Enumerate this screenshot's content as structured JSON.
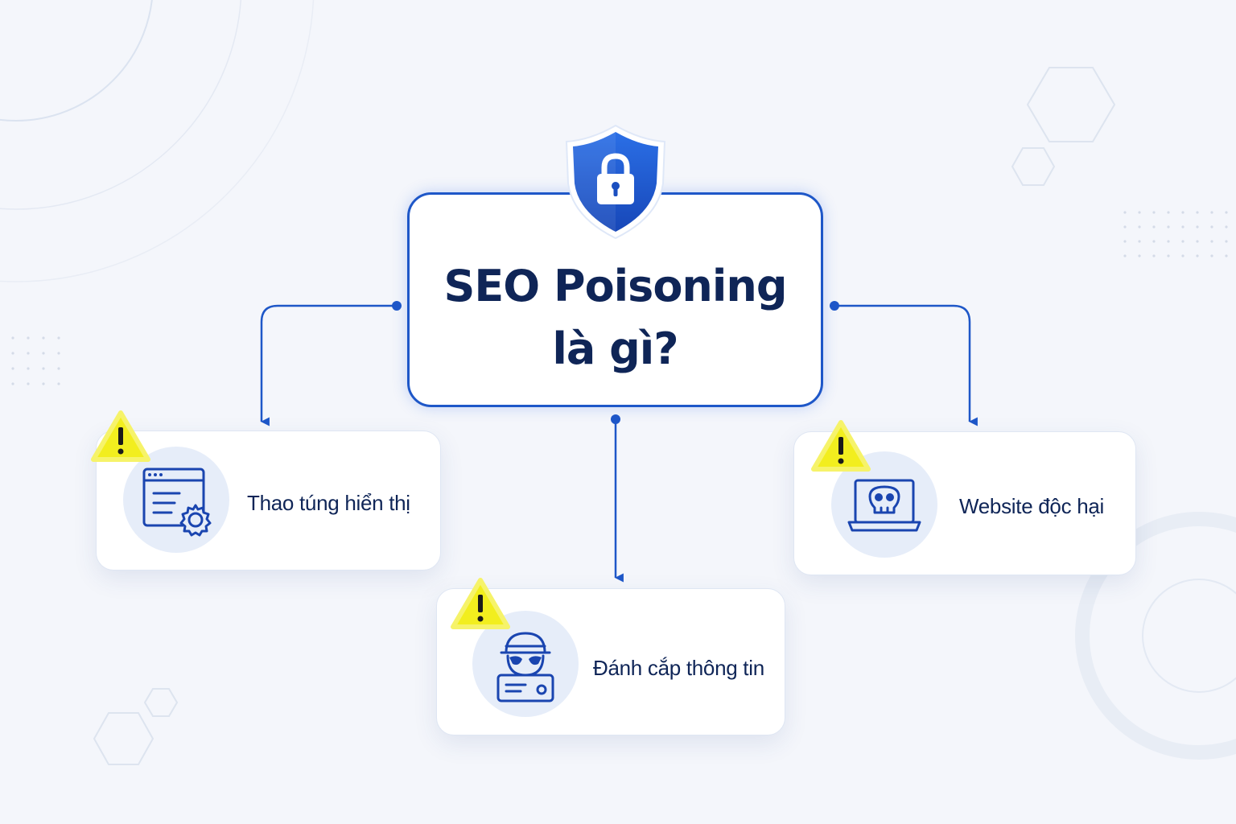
{
  "title": {
    "line1": "SEO Poisoning",
    "line2": "là gì?"
  },
  "nodes": [
    {
      "id": "left",
      "label": "Thao túng hiển thị",
      "icon": "browser-gear-icon"
    },
    {
      "id": "center",
      "label": "Đánh cắp thông tin",
      "icon": "hacker-card-icon"
    },
    {
      "id": "right",
      "label": "Website độc hại",
      "icon": "laptop-skull-icon"
    }
  ],
  "colors": {
    "accent": "#1e57c8",
    "text": "#0f2557",
    "warning": "#f2ee1e",
    "background": "#f4f6fb"
  },
  "icons": {
    "center": "shield-lock-icon",
    "warning": "warning-triangle-icon"
  }
}
